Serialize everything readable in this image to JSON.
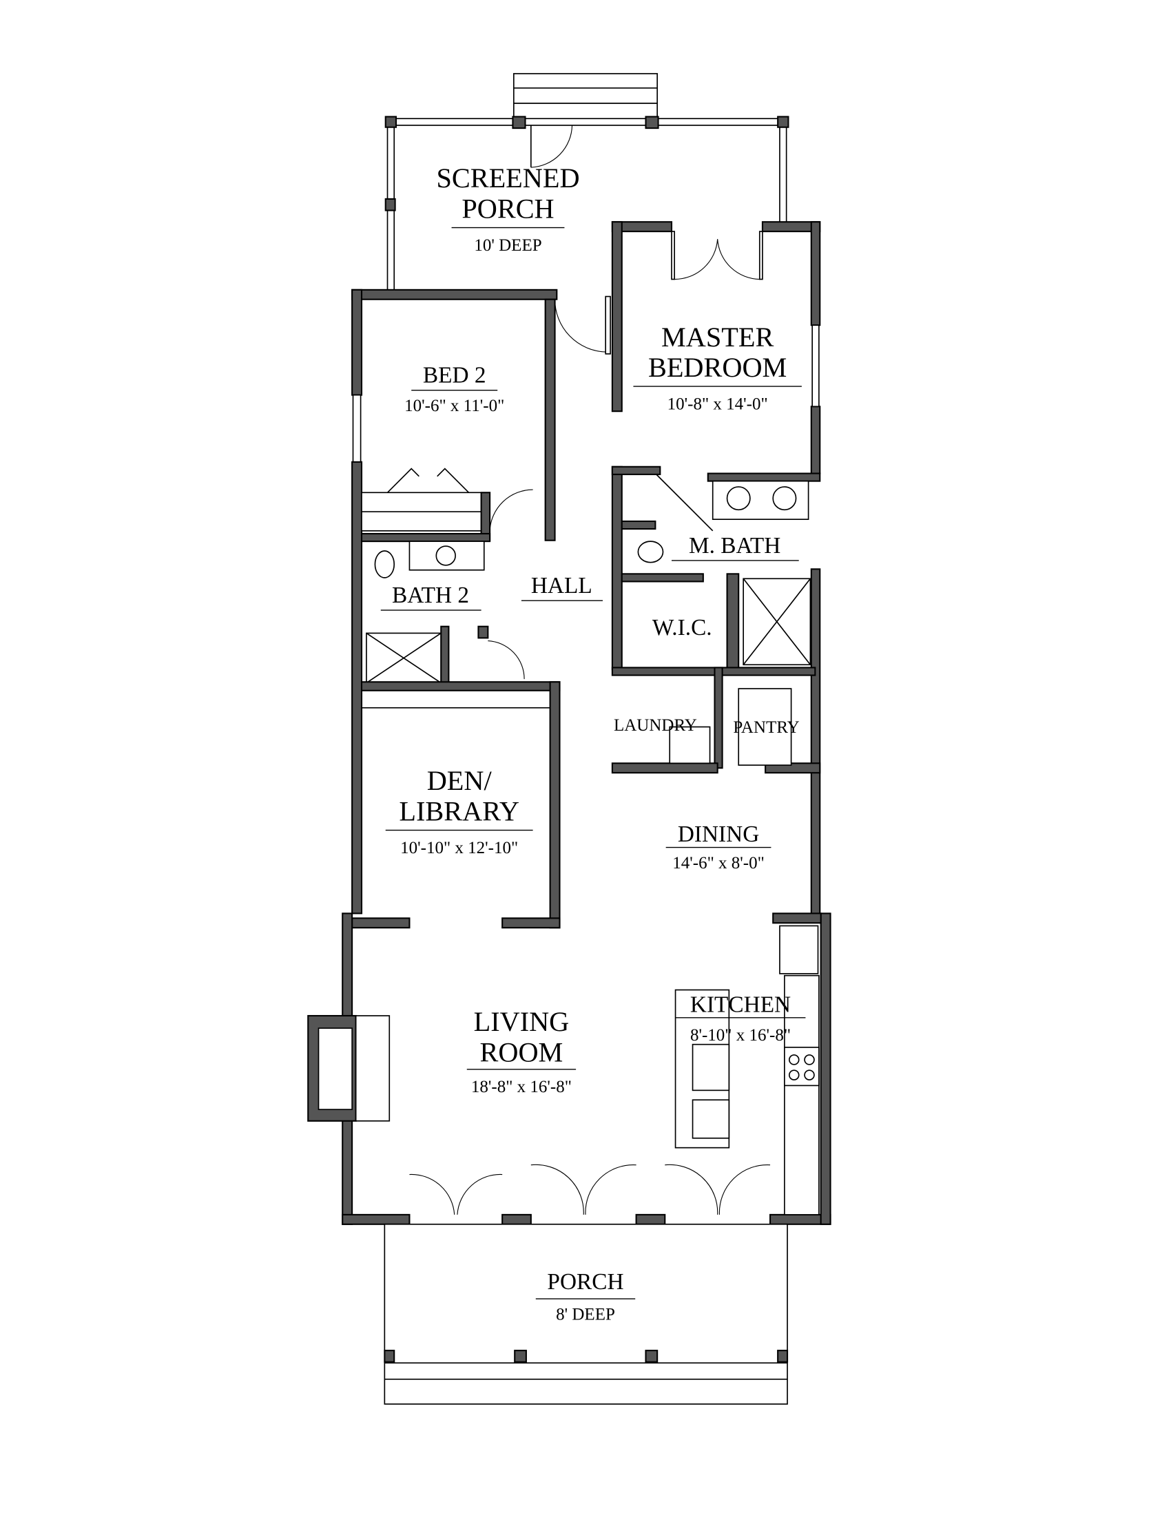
{
  "rooms": {
    "screened_porch": {
      "name1": "SCREENED",
      "name2": "PORCH",
      "dim": "10' DEEP"
    },
    "master_bedroom": {
      "name1": "MASTER",
      "name2": "BEDROOM",
      "dim": "10'-8\" x 14'-0\""
    },
    "bed2": {
      "name": "BED 2",
      "dim": "10'-6\" x 11'-0\""
    },
    "hall": {
      "name": "HALL"
    },
    "bath2": {
      "name": "BATH 2"
    },
    "m_bath": {
      "name": "M. BATH"
    },
    "wic": {
      "name": "W.I.C."
    },
    "laundry": {
      "name": "LAUNDRY"
    },
    "pantry": {
      "name": "PANTRY"
    },
    "den": {
      "name1": "DEN/",
      "name2": "LIBRARY",
      "dim": "10'-10\" x 12'-10\""
    },
    "dining": {
      "name": "DINING",
      "dim": "14'-6\" x 8'-0\""
    },
    "kitchen": {
      "name": "KITCHEN",
      "dim": "8'-10\" x 16'-8\""
    },
    "living_room": {
      "name1": "LIVING",
      "name2": "ROOM",
      "dim": "18'-8\" x 16'-8\""
    },
    "porch": {
      "name": "PORCH",
      "dim": "8' DEEP"
    }
  }
}
